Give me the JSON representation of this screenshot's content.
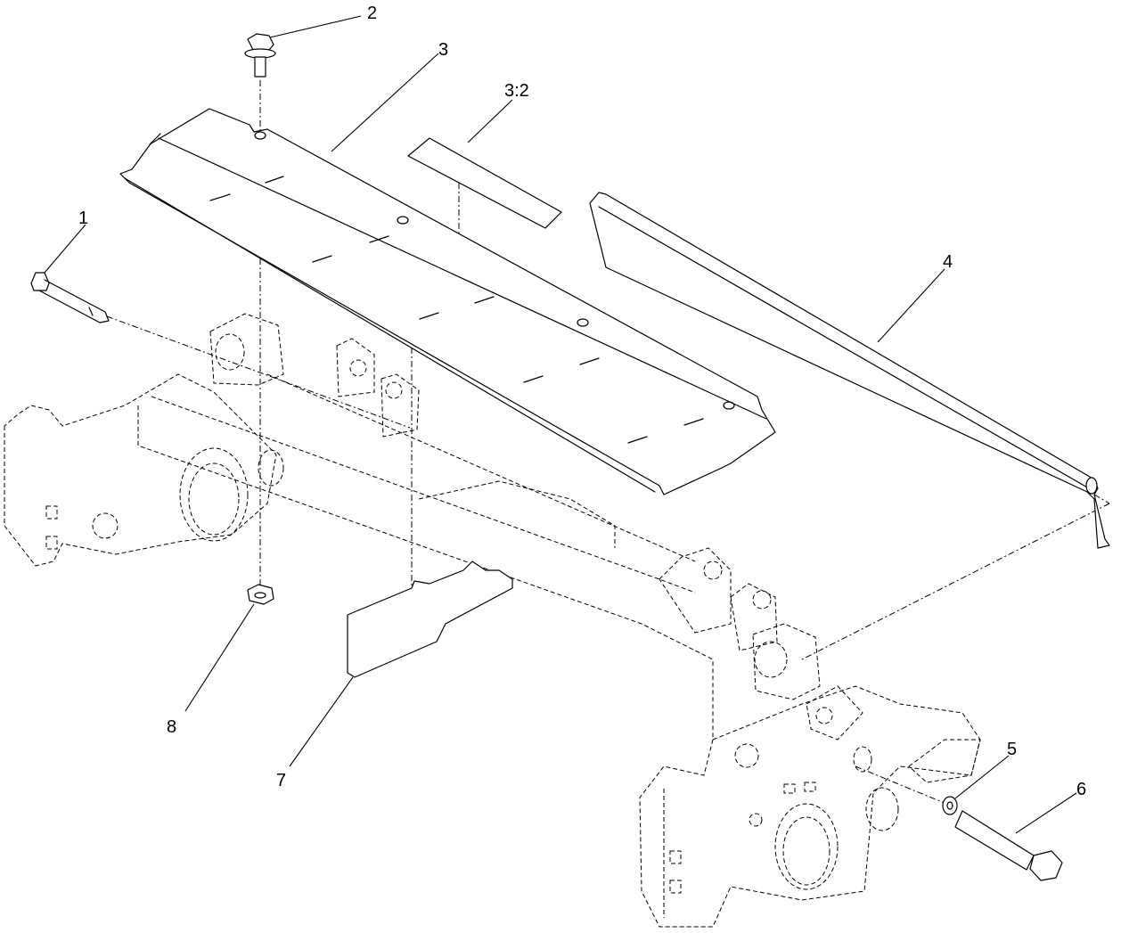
{
  "callouts": {
    "c1": "1",
    "c2": "2",
    "c3": "3",
    "c3_2": "3:2",
    "c4": "4",
    "c5": "5",
    "c6": "6",
    "c7": "7",
    "c8": "8"
  }
}
